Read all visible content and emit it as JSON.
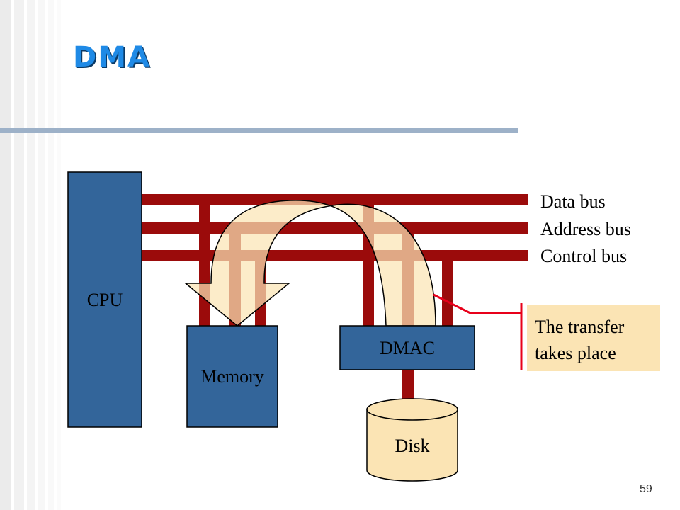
{
  "title": "DMA",
  "buses": {
    "data": "Data bus",
    "address": "Address bus",
    "control": "Control bus"
  },
  "components": {
    "cpu": "CPU",
    "memory": "Memory",
    "dmac": "DMAC",
    "disk": "Disk"
  },
  "callout": {
    "line1": "The transfer",
    "line2": "takes place"
  },
  "page_number": "59",
  "colors": {
    "title": "#1f8ae6",
    "box_fill": "#33659a",
    "bus": "#9b0b0b",
    "arrow_fill": "#fbe4b4",
    "disk_fill": "#fbe4b4",
    "callout_line": "#e8001a",
    "rule": "#9db1c8"
  }
}
